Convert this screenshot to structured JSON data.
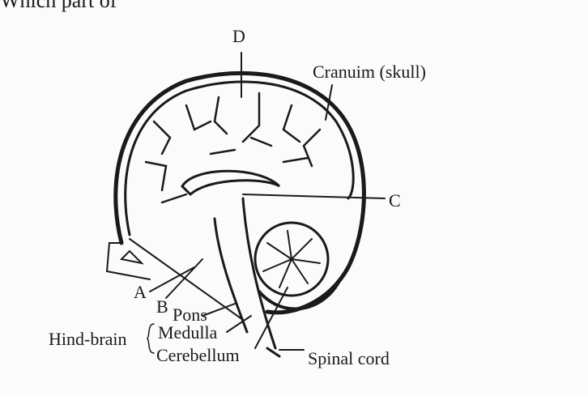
{
  "question_fragment": "Which part of",
  "labels": {
    "d": "D",
    "cranium": "Cranuim (skull)",
    "c": "C",
    "a": "A",
    "b": "B",
    "pons": "Pons",
    "hind_brain": "Hind-brain",
    "medulla": "Medulla",
    "cerebellum": "Cerebellum",
    "spinal_cord": "Spinal cord"
  }
}
